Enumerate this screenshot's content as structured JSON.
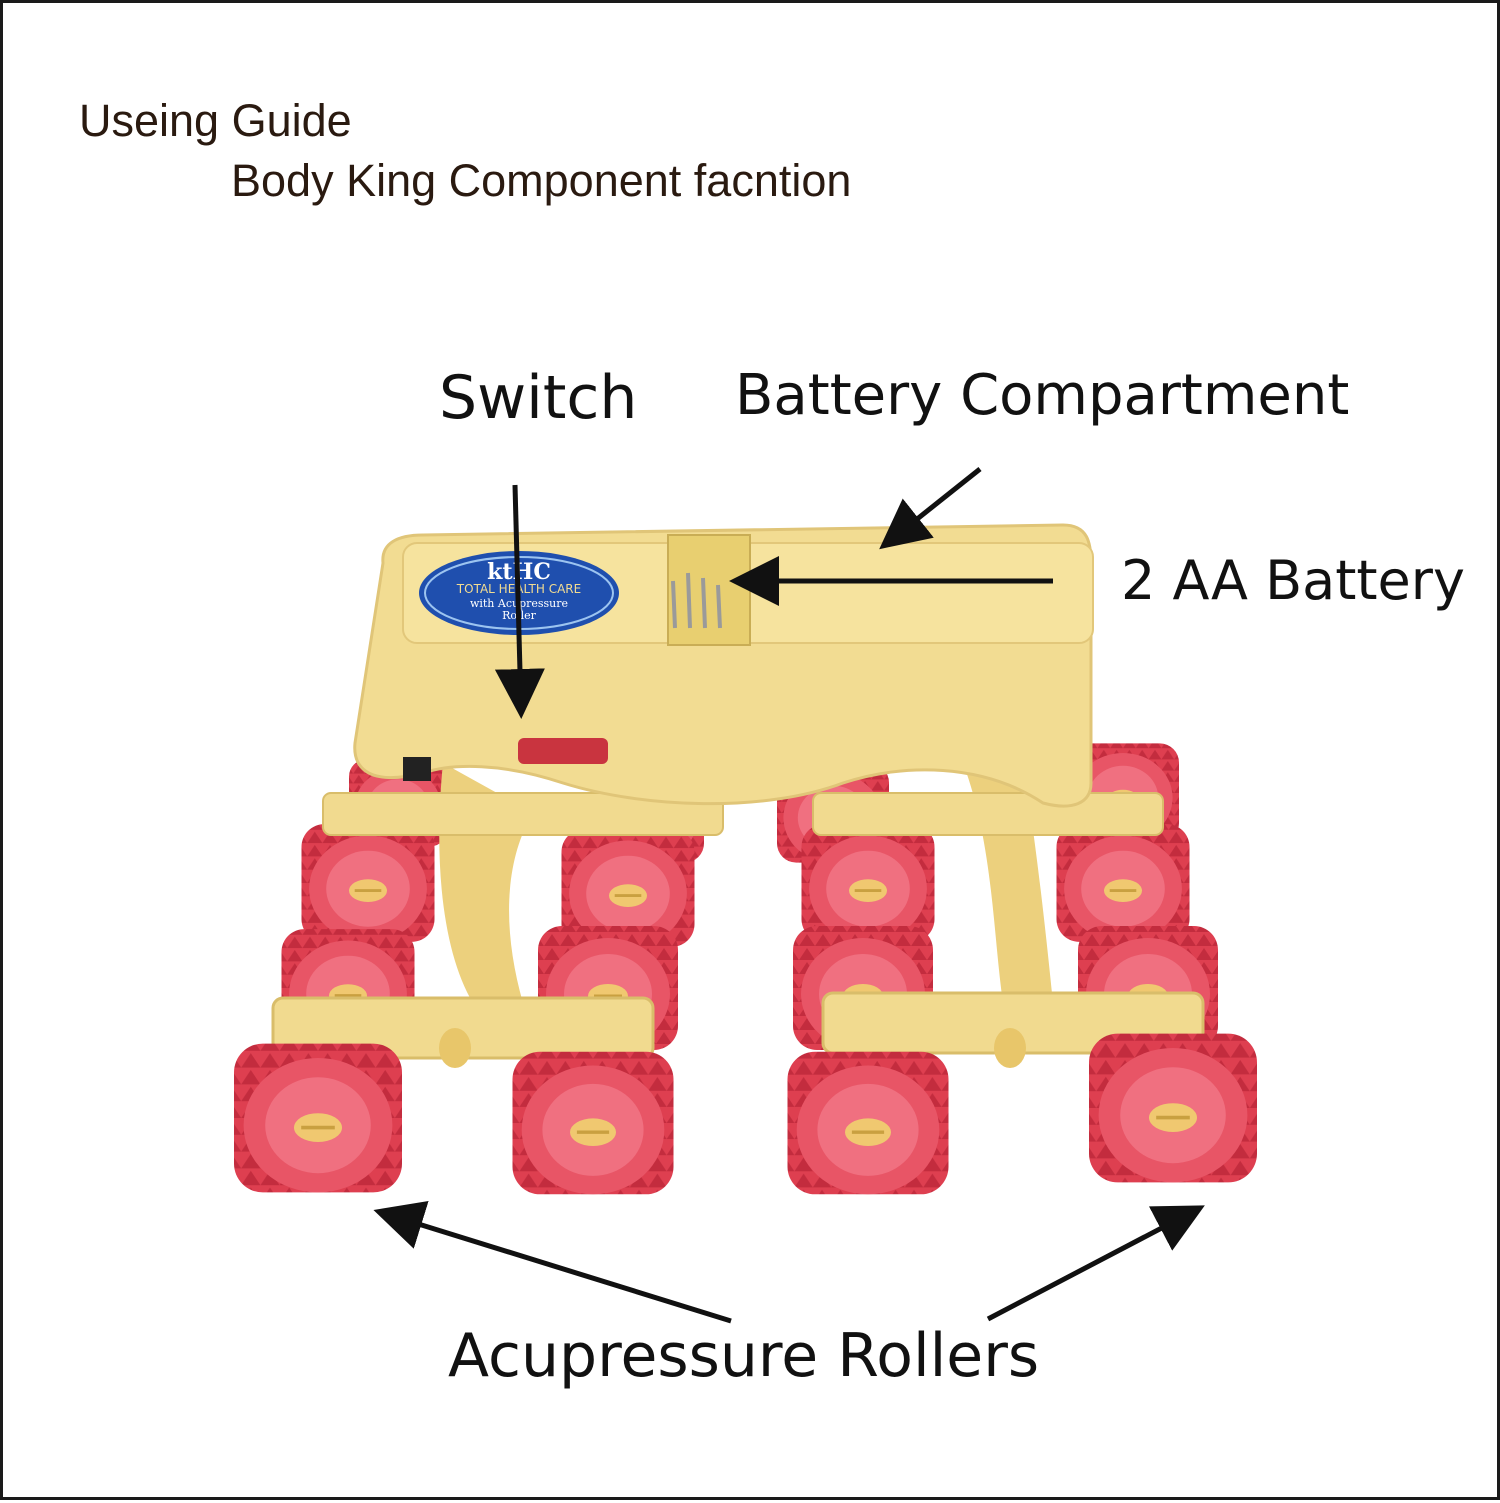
{
  "header": {
    "title": "Useing Guide",
    "subtitle": "Body King Component facntion"
  },
  "labels": {
    "switch": "Switch",
    "battery_compartment": "Battery Compartment",
    "battery": "2 AA Battery",
    "rollers": "Acupressure Rollers"
  },
  "product_badge": {
    "brand": "ktHC",
    "line1": "TOTAL HEALTH CARE",
    "line2": "with Acupressure",
    "line3": "Roller"
  },
  "colors": {
    "body": "#f1da8f",
    "roller": "#de3f50",
    "badge": "#1f4fae",
    "arrow": "#111111"
  }
}
